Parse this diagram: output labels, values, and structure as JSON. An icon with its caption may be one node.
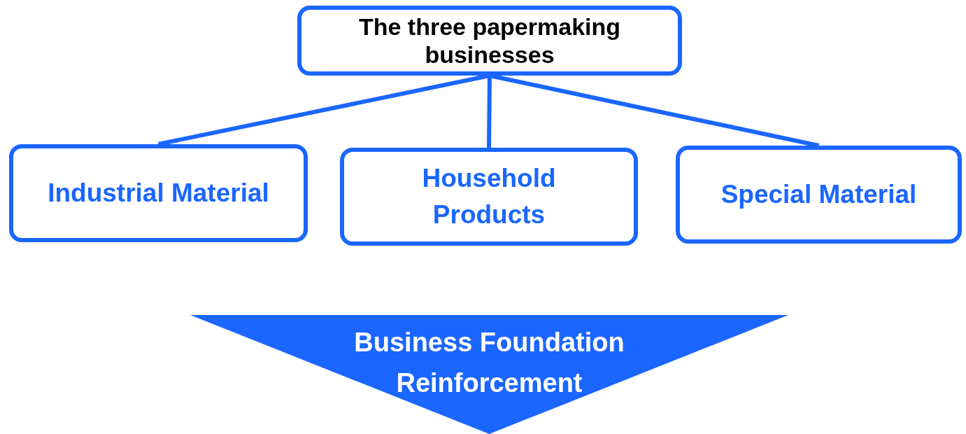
{
  "diagram": {
    "nodes": [
      {
        "text": [
          "The three papermaking businesses"
        ]
      },
      {
        "text": [
          "Industrial Material"
        ]
      },
      {
        "text": [
          "Household Products"
        ]
      },
      {
        "text": [
          "Special Material"
        ]
      },
      {
        "text": [
          "Business Foundation Reinforcement"
        ]
      }
    ],
    "edges": [
      {
        "from": 0,
        "to": 1,
        "arrow": "none"
      },
      {
        "from": 0,
        "to": 2,
        "arrow": "none"
      },
      {
        "from": 0,
        "to": 3,
        "arrow": "none"
      }
    ]
  }
}
